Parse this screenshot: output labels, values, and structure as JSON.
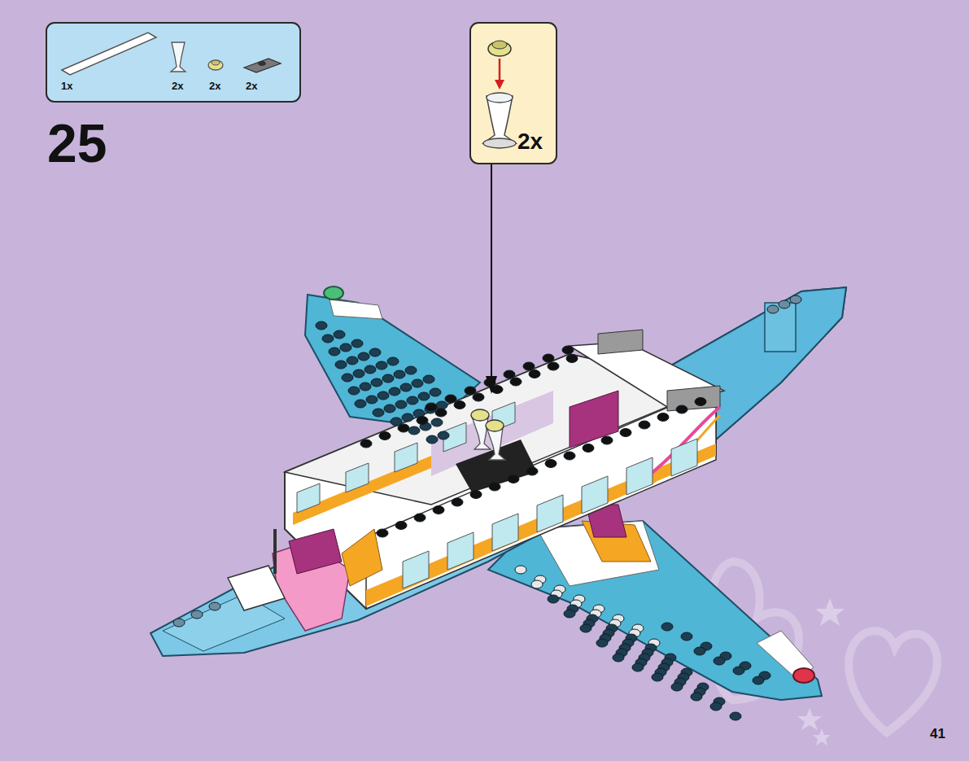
{
  "diagram": {
    "nodes": [
      {
        "text": [
          "1x",
          "2x",
          "2x",
          "2x"
        ]
      },
      {
        "text": [
          "2x"
        ]
      }
    ],
    "labels": [
      "25",
      "41"
    ]
  }
}
